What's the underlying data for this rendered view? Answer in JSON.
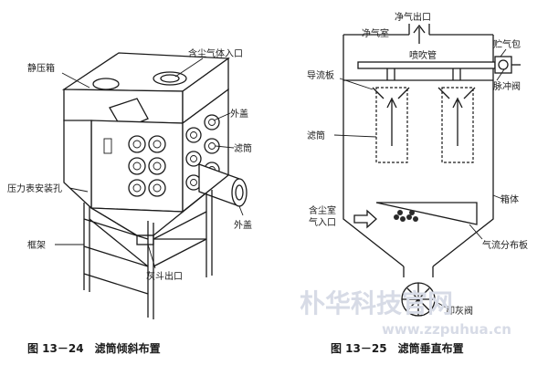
{
  "figure_left": {
    "caption": "图 13－24　滤筒倾斜布置",
    "labels": {
      "static_box": "静压箱",
      "dust_inlet": "含尘气体入口",
      "outer_cover_top": "外盖",
      "filter_cartridge": "滤筒",
      "outer_cover_bottom": "外盖",
      "pressure_gauge_hole": "压力表安装孔",
      "frame": "框架",
      "ash_outlet": "灰斗出口"
    }
  },
  "figure_right": {
    "caption": "图 13－25　滤筒垂直布置",
    "labels": {
      "clean_outlet": "净气出口",
      "clean_chamber": "净气室",
      "air_bag": "贮气包",
      "blow_pipe": "喷吹管",
      "guide_plate": "导流板",
      "pulse_valve": "脉冲阀",
      "filter_cartridge": "滤筒",
      "housing": "箱体",
      "dust_inlet_line1": "含尘室",
      "dust_inlet_line2": "气入口",
      "airflow_plate": "气流分布板",
      "ash_valve": "卸灰阀"
    }
  },
  "watermark": {
    "text_cn": "朴华科技官网",
    "text_url": "www.zzpuhua.cn"
  }
}
